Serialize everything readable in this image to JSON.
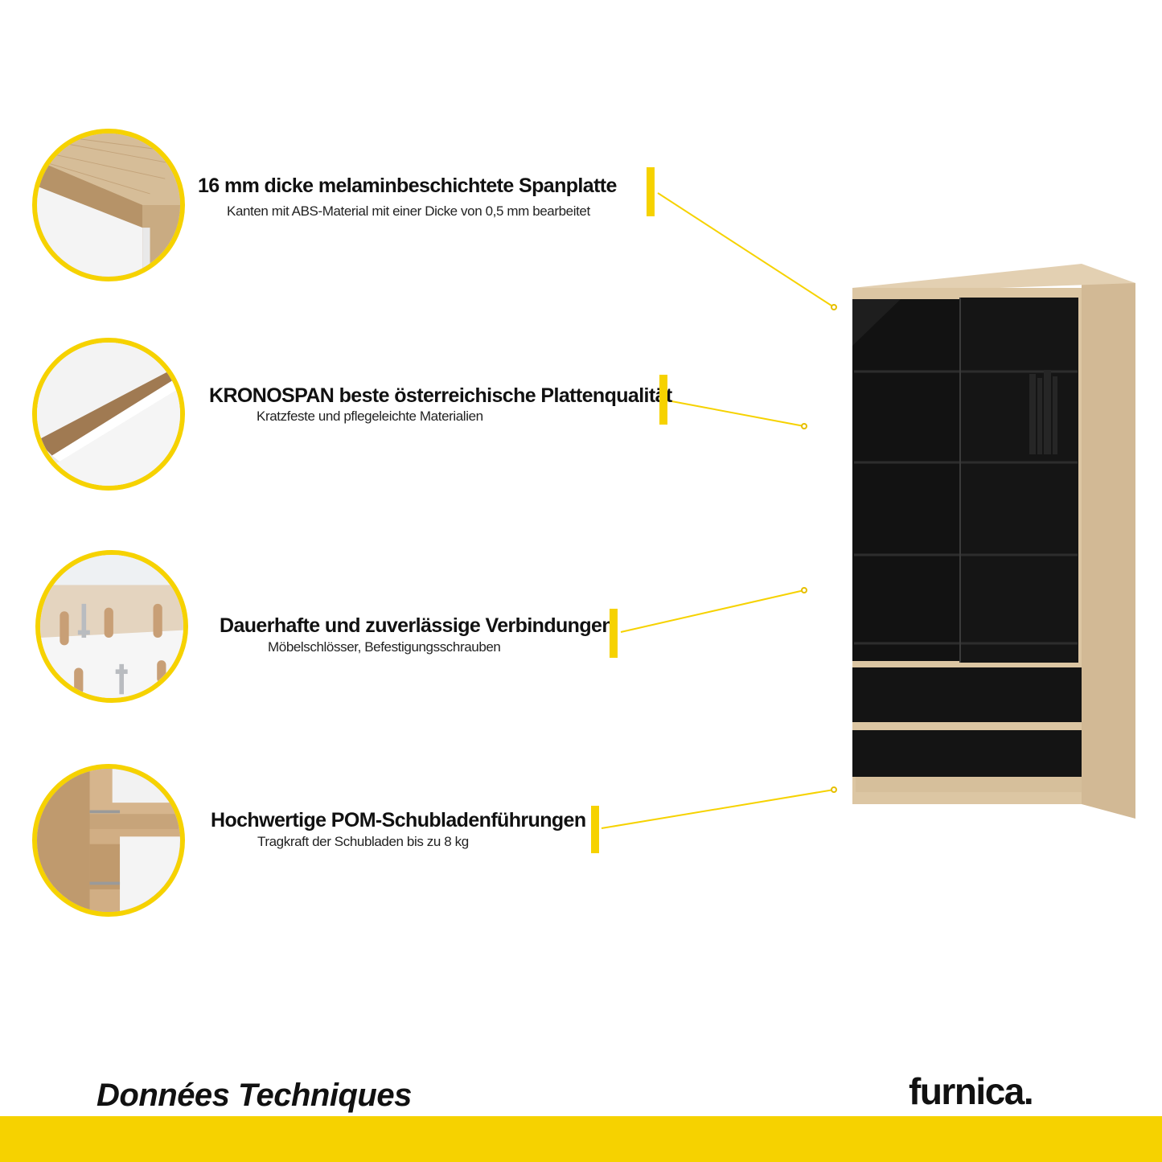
{
  "features": [
    {
      "title": "16 mm dicke melaminbeschichtete Spanplatte",
      "subtitle": "Kanten mit ABS-Material mit einer Dicke von 0,5 mm bearbeitet",
      "image_icon": "board-edge-closeup-icon"
    },
    {
      "title": "KRONOSPAN beste österreichische Plattenqualität",
      "subtitle": "Kratzfeste und pflegeleichte Materialien",
      "image_icon": "panel-surface-closeup-icon"
    },
    {
      "title": "Dauerhafte und zuverlässige Verbindungen",
      "subtitle": "Möbelschlösser, Befestigungsschrauben",
      "image_icon": "dowels-and-screws-icon"
    },
    {
      "title": "Hochwertige POM-Schubladenführungen",
      "subtitle": "Tragkraft der Schubladen bis zu 8 kg",
      "image_icon": "drawer-runners-icon"
    }
  ],
  "product_image_icon": "wardrobe-with-glass-doors-icon",
  "footer": {
    "title": "Données Techniques",
    "brand": "furnica."
  },
  "colors": {
    "accent_yellow": "#f6d200",
    "oak": "#d9c3a1",
    "gloss_black": "#111111"
  }
}
